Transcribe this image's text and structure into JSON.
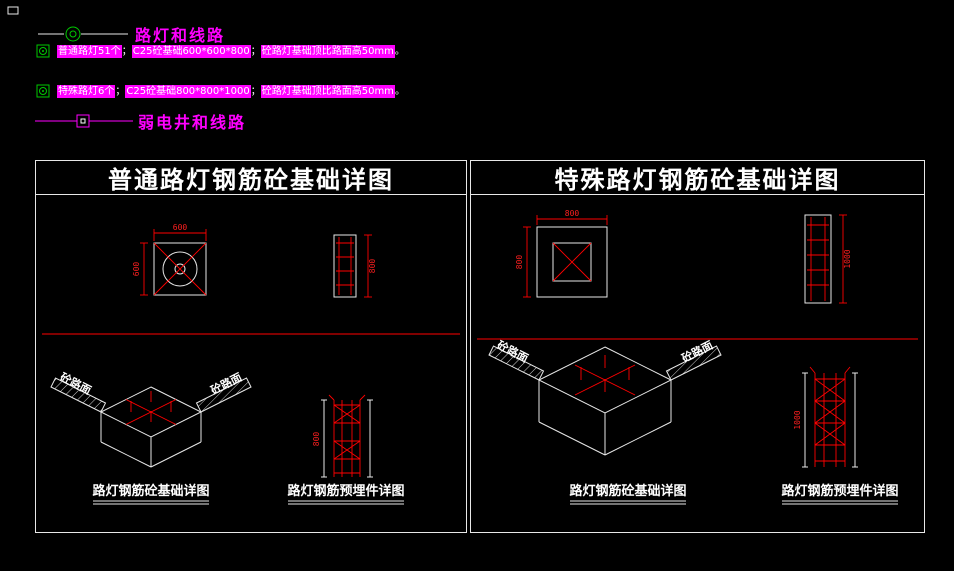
{
  "colors": {
    "background": "#000000",
    "line_white": "#e8e8e8",
    "dim_red": "#ff0000",
    "symbol_green": "#00c800",
    "accent_magenta": "#ff00ff"
  },
  "legend": {
    "lamp_line_title": "路灯和线路",
    "weak_line_title": "弱电井和线路",
    "ordinary": {
      "s0": "普通路灯51个",
      "s1": "；",
      "s2": "C25砼基础600*600*800",
      "s3": "；",
      "s4": "砼路灯基础顶比路面高50mm",
      "s5": "。"
    },
    "special": {
      "s0": "特殊路灯6个",
      "s1": "；",
      "s2": "C25砼基础800*800*1000",
      "s3": "；",
      "s4": "砼路灯基础顶比路面高50mm",
      "s5": "。"
    }
  },
  "panels": [
    {
      "title": "普通路灯钢筋砼基础详图",
      "plan_dim_w": "600",
      "plan_dim_h": "600",
      "section_dim": "800",
      "cage_dim": "800",
      "road_left": "砼路面",
      "road_right": "砼路面",
      "caption_foundation": "路灯钢筋砼基础详图",
      "caption_embed": "路灯钢筋预埋件详图"
    },
    {
      "title": "特殊路灯钢筋砼基础详图",
      "plan_dim_w": "800",
      "plan_dim_h": "800",
      "section_dim": "1000",
      "cage_dim": "1000",
      "road_left": "砼路面",
      "road_right": "砼路面",
      "caption_foundation": "路灯钢筋砼基础详图",
      "caption_embed": "路灯钢筋预埋件详图"
    }
  ]
}
